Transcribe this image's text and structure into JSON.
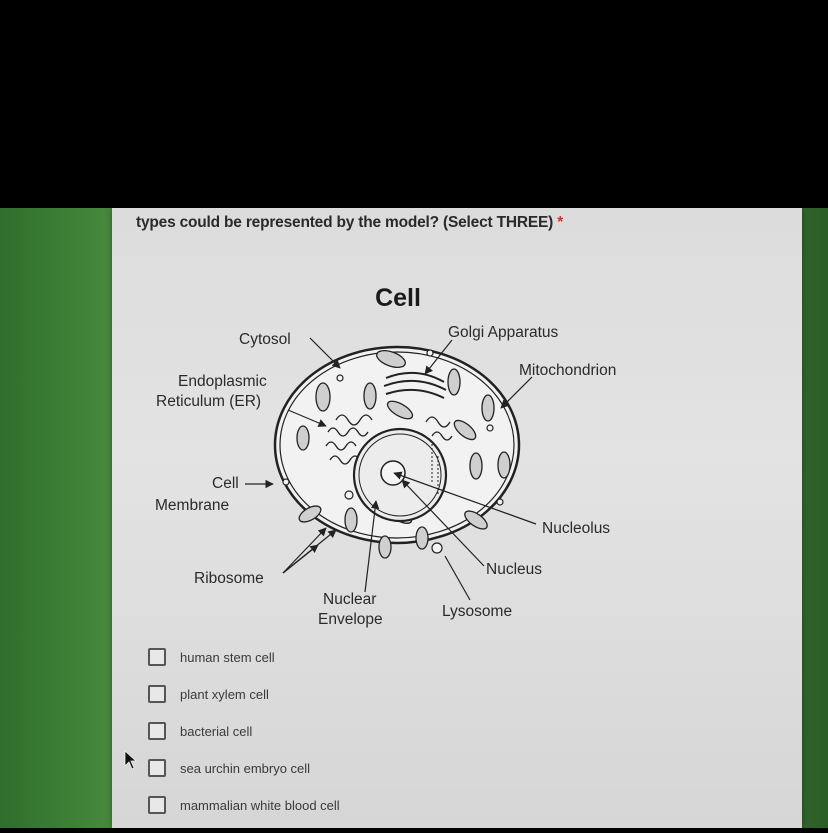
{
  "question": {
    "text": "types could be represented by the model? (Select THREE)",
    "required_marker": "*"
  },
  "diagram": {
    "title": "Cell",
    "labels": {
      "cytosol": "Cytosol",
      "golgi": "Golgi Apparatus",
      "mitochondrion": "Mitochondrion",
      "er_line1": "Endoplasmic",
      "er_line2": "Reticulum (ER)",
      "membrane_line1": "Cell",
      "membrane_line2": "Membrane",
      "nucleolus": "Nucleolus",
      "ribosome": "Ribosome",
      "nucleus": "Nucleus",
      "envelope_line1": "Nuclear",
      "envelope_line2": "Envelope",
      "lysosome": "Lysosome"
    }
  },
  "options": [
    {
      "label": "human stem cell",
      "checked": false
    },
    {
      "label": "plant xylem cell",
      "checked": false
    },
    {
      "label": "bacterial cell",
      "checked": false
    },
    {
      "label": "sea urchin embryo cell",
      "checked": false
    },
    {
      "label": "mammalian white blood cell",
      "checked": false
    }
  ],
  "colors": {
    "required": "#d93025",
    "background_green": "#3c7f35",
    "card": "#dcdcdc"
  }
}
